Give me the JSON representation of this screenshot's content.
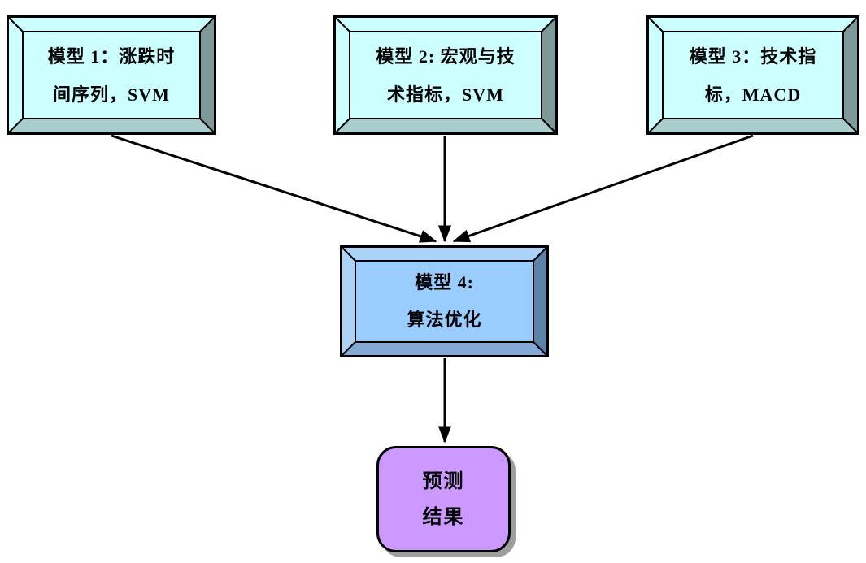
{
  "diagram": {
    "nodes": {
      "model1": {
        "line1": "模型 1：涨跌时",
        "line2": "间序列，SVM"
      },
      "model2": {
        "line1": "模型 2: 宏观与技",
        "line2": "术指标，SVM"
      },
      "model3": {
        "line1": "模型 3：技术指",
        "line2": "标，MACD"
      },
      "model4": {
        "line1": "模型 4:",
        "line2": "算法优化"
      },
      "result": {
        "line1": "预测",
        "line2": "结果"
      }
    },
    "edges": [
      {
        "from": "model1",
        "to": "model4"
      },
      {
        "from": "model2",
        "to": "model4"
      },
      {
        "from": "model3",
        "to": "model4"
      },
      {
        "from": "model4",
        "to": "result"
      }
    ]
  },
  "colors": {
    "background": "#ffffff",
    "stroke": "#000000",
    "cyan_box": {
      "inner": "#ccffff",
      "top": "#ccffff",
      "left": "#ccffff",
      "right": "#7e9999",
      "bottom": "#a9cccc"
    },
    "blue_box": {
      "inner": "#99ccff",
      "top": "#acd2f8",
      "left": "#acd2f8",
      "right": "#5e81a8",
      "bottom": "#84a9d6"
    },
    "purple_box": {
      "fill": "#cc99ff",
      "shadow": "#9e9e9e"
    }
  }
}
